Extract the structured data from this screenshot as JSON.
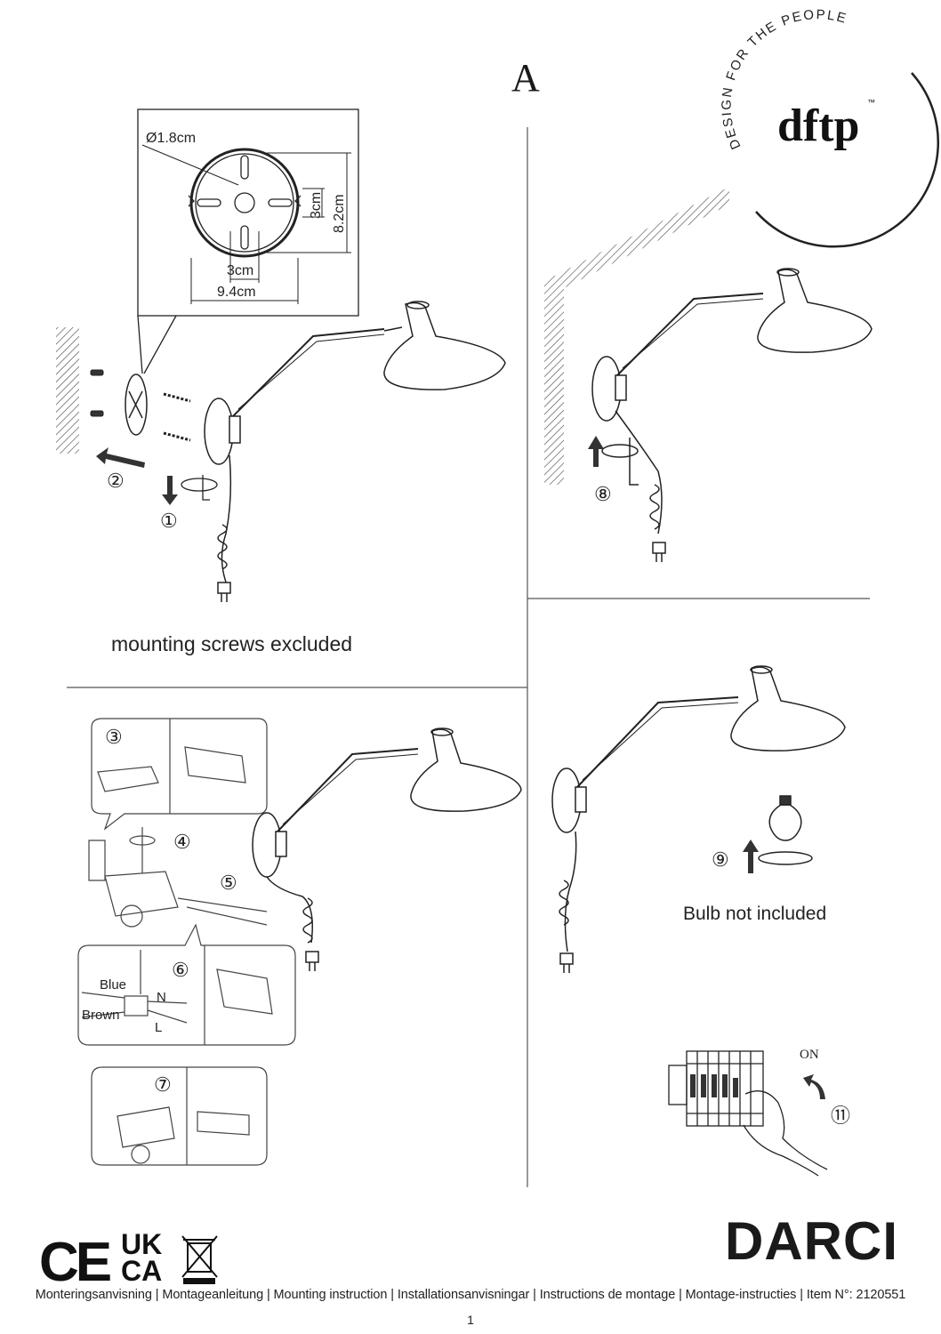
{
  "document": {
    "page_letter": "A",
    "brand": {
      "logo_text": "dftp",
      "trademark": "™",
      "tagline": "DESIGN FOR THE PEOPLE"
    },
    "product_name": "DARCI",
    "page_number": "1",
    "footer": "Monteringsanvisning | Montageanleitung | Mounting instruction | Installationsanvisningar | Instructions de montage | Montage-instructies | Item N°: 2120551"
  },
  "dimensions": {
    "hole_diameter": "Ø1.8cm",
    "plate_height": "8.2cm",
    "slot_vertical": "3cm",
    "slot_horizontal": "3cm",
    "plate_width": "9.4cm"
  },
  "captions": {
    "screws": "mounting screws excluded",
    "bulb": "Bulb not included"
  },
  "wiring": {
    "blue": "Blue",
    "brown": "Brown",
    "neutral": "N",
    "live": "L"
  },
  "steps": [
    "①",
    "②",
    "③",
    "④",
    "⑤",
    "⑥",
    "⑦",
    "⑧",
    "⑨",
    "⑪"
  ],
  "switch_label": "ON",
  "certifications": {
    "ce": "CE",
    "ukca_top": "UK",
    "ukca_bottom": "CA",
    "weee": "weee-crossed-bin-icon"
  }
}
